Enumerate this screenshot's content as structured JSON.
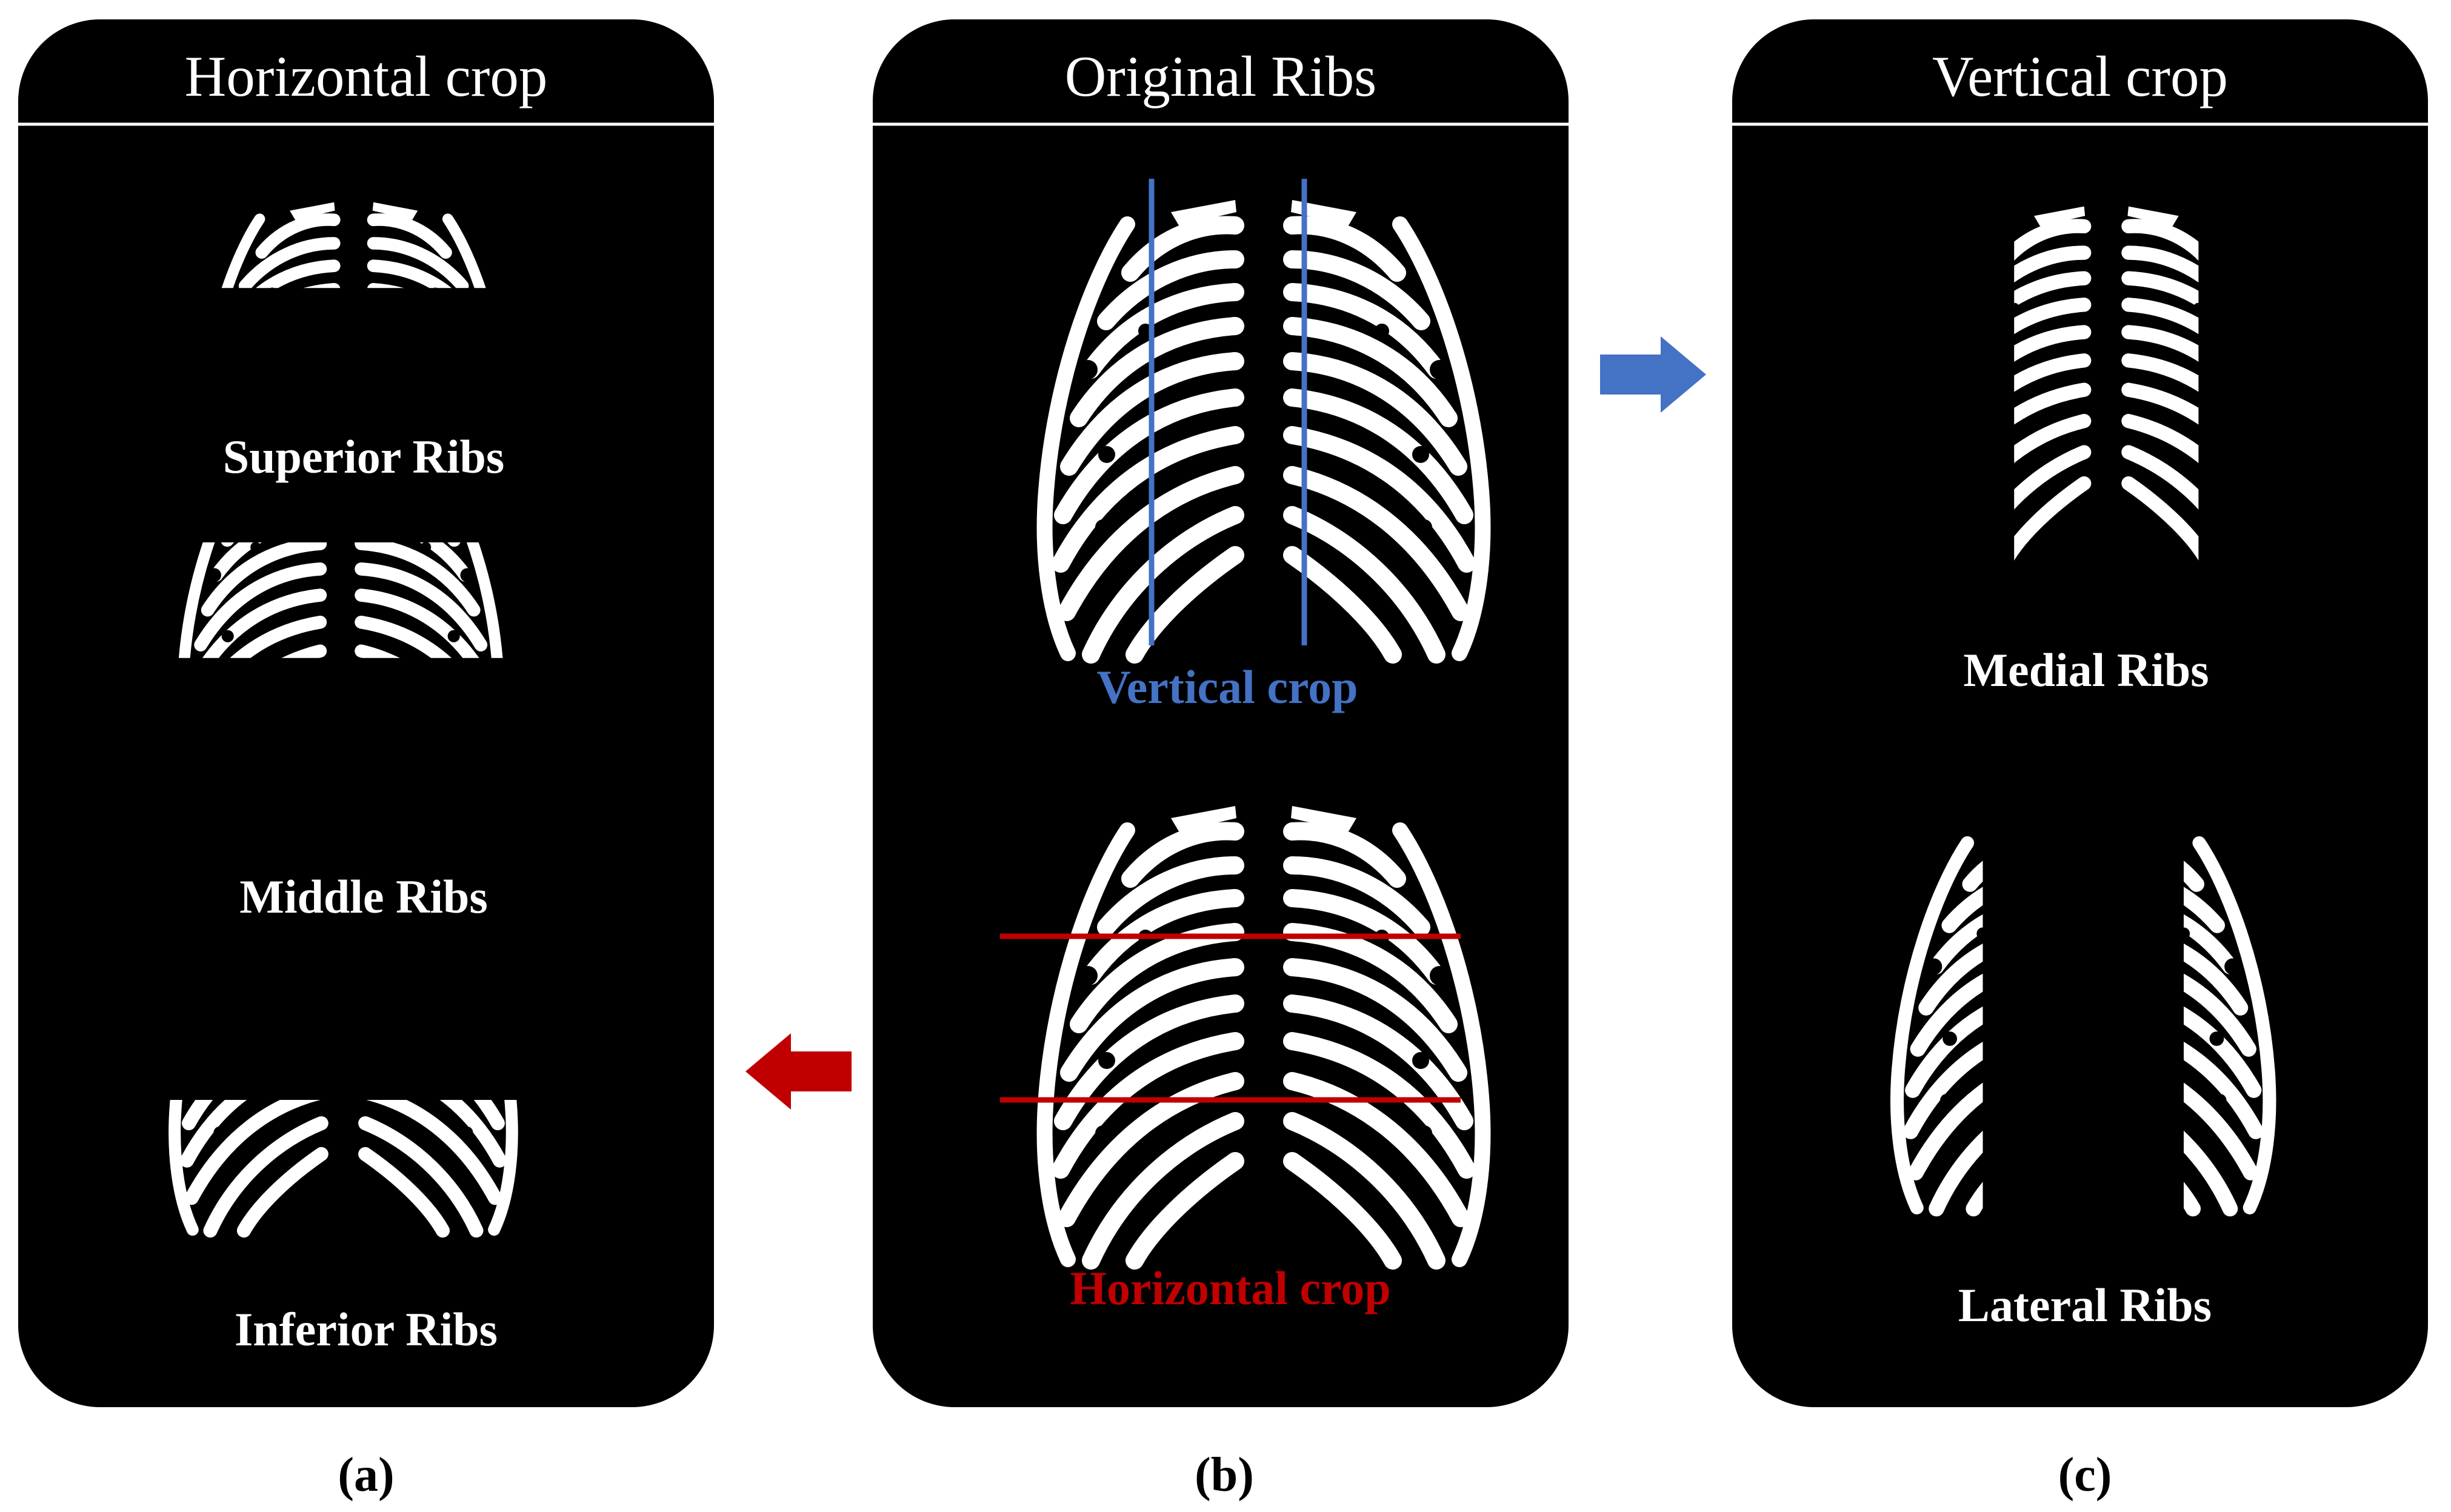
{
  "panels": {
    "a": {
      "title": "Horizontal crop",
      "caption": "(a)",
      "labels": {
        "superior": "Superior Ribs",
        "middle": "Middle Ribs",
        "inferior": "Inferior Ribs"
      }
    },
    "b": {
      "title": "Original Ribs",
      "caption": "(b)",
      "labels": {
        "vertical": "Vertical crop",
        "horizontal": "Horizontal crop"
      }
    },
    "c": {
      "title": "Vertical crop",
      "caption": "(c)",
      "labels": {
        "medial": "Medial Ribs",
        "lateral": "Lateral Ribs"
      }
    }
  },
  "colors": {
    "panel_background": "#000000",
    "ribs": "#ffffff",
    "vertical_crop": "#4472c4",
    "horizontal_crop": "#c00000",
    "arrow_right": "#4472c4",
    "arrow_left": "#c00000"
  },
  "icons": {
    "arrow_to_c": "arrow-right-icon",
    "arrow_to_a": "arrow-left-icon"
  }
}
